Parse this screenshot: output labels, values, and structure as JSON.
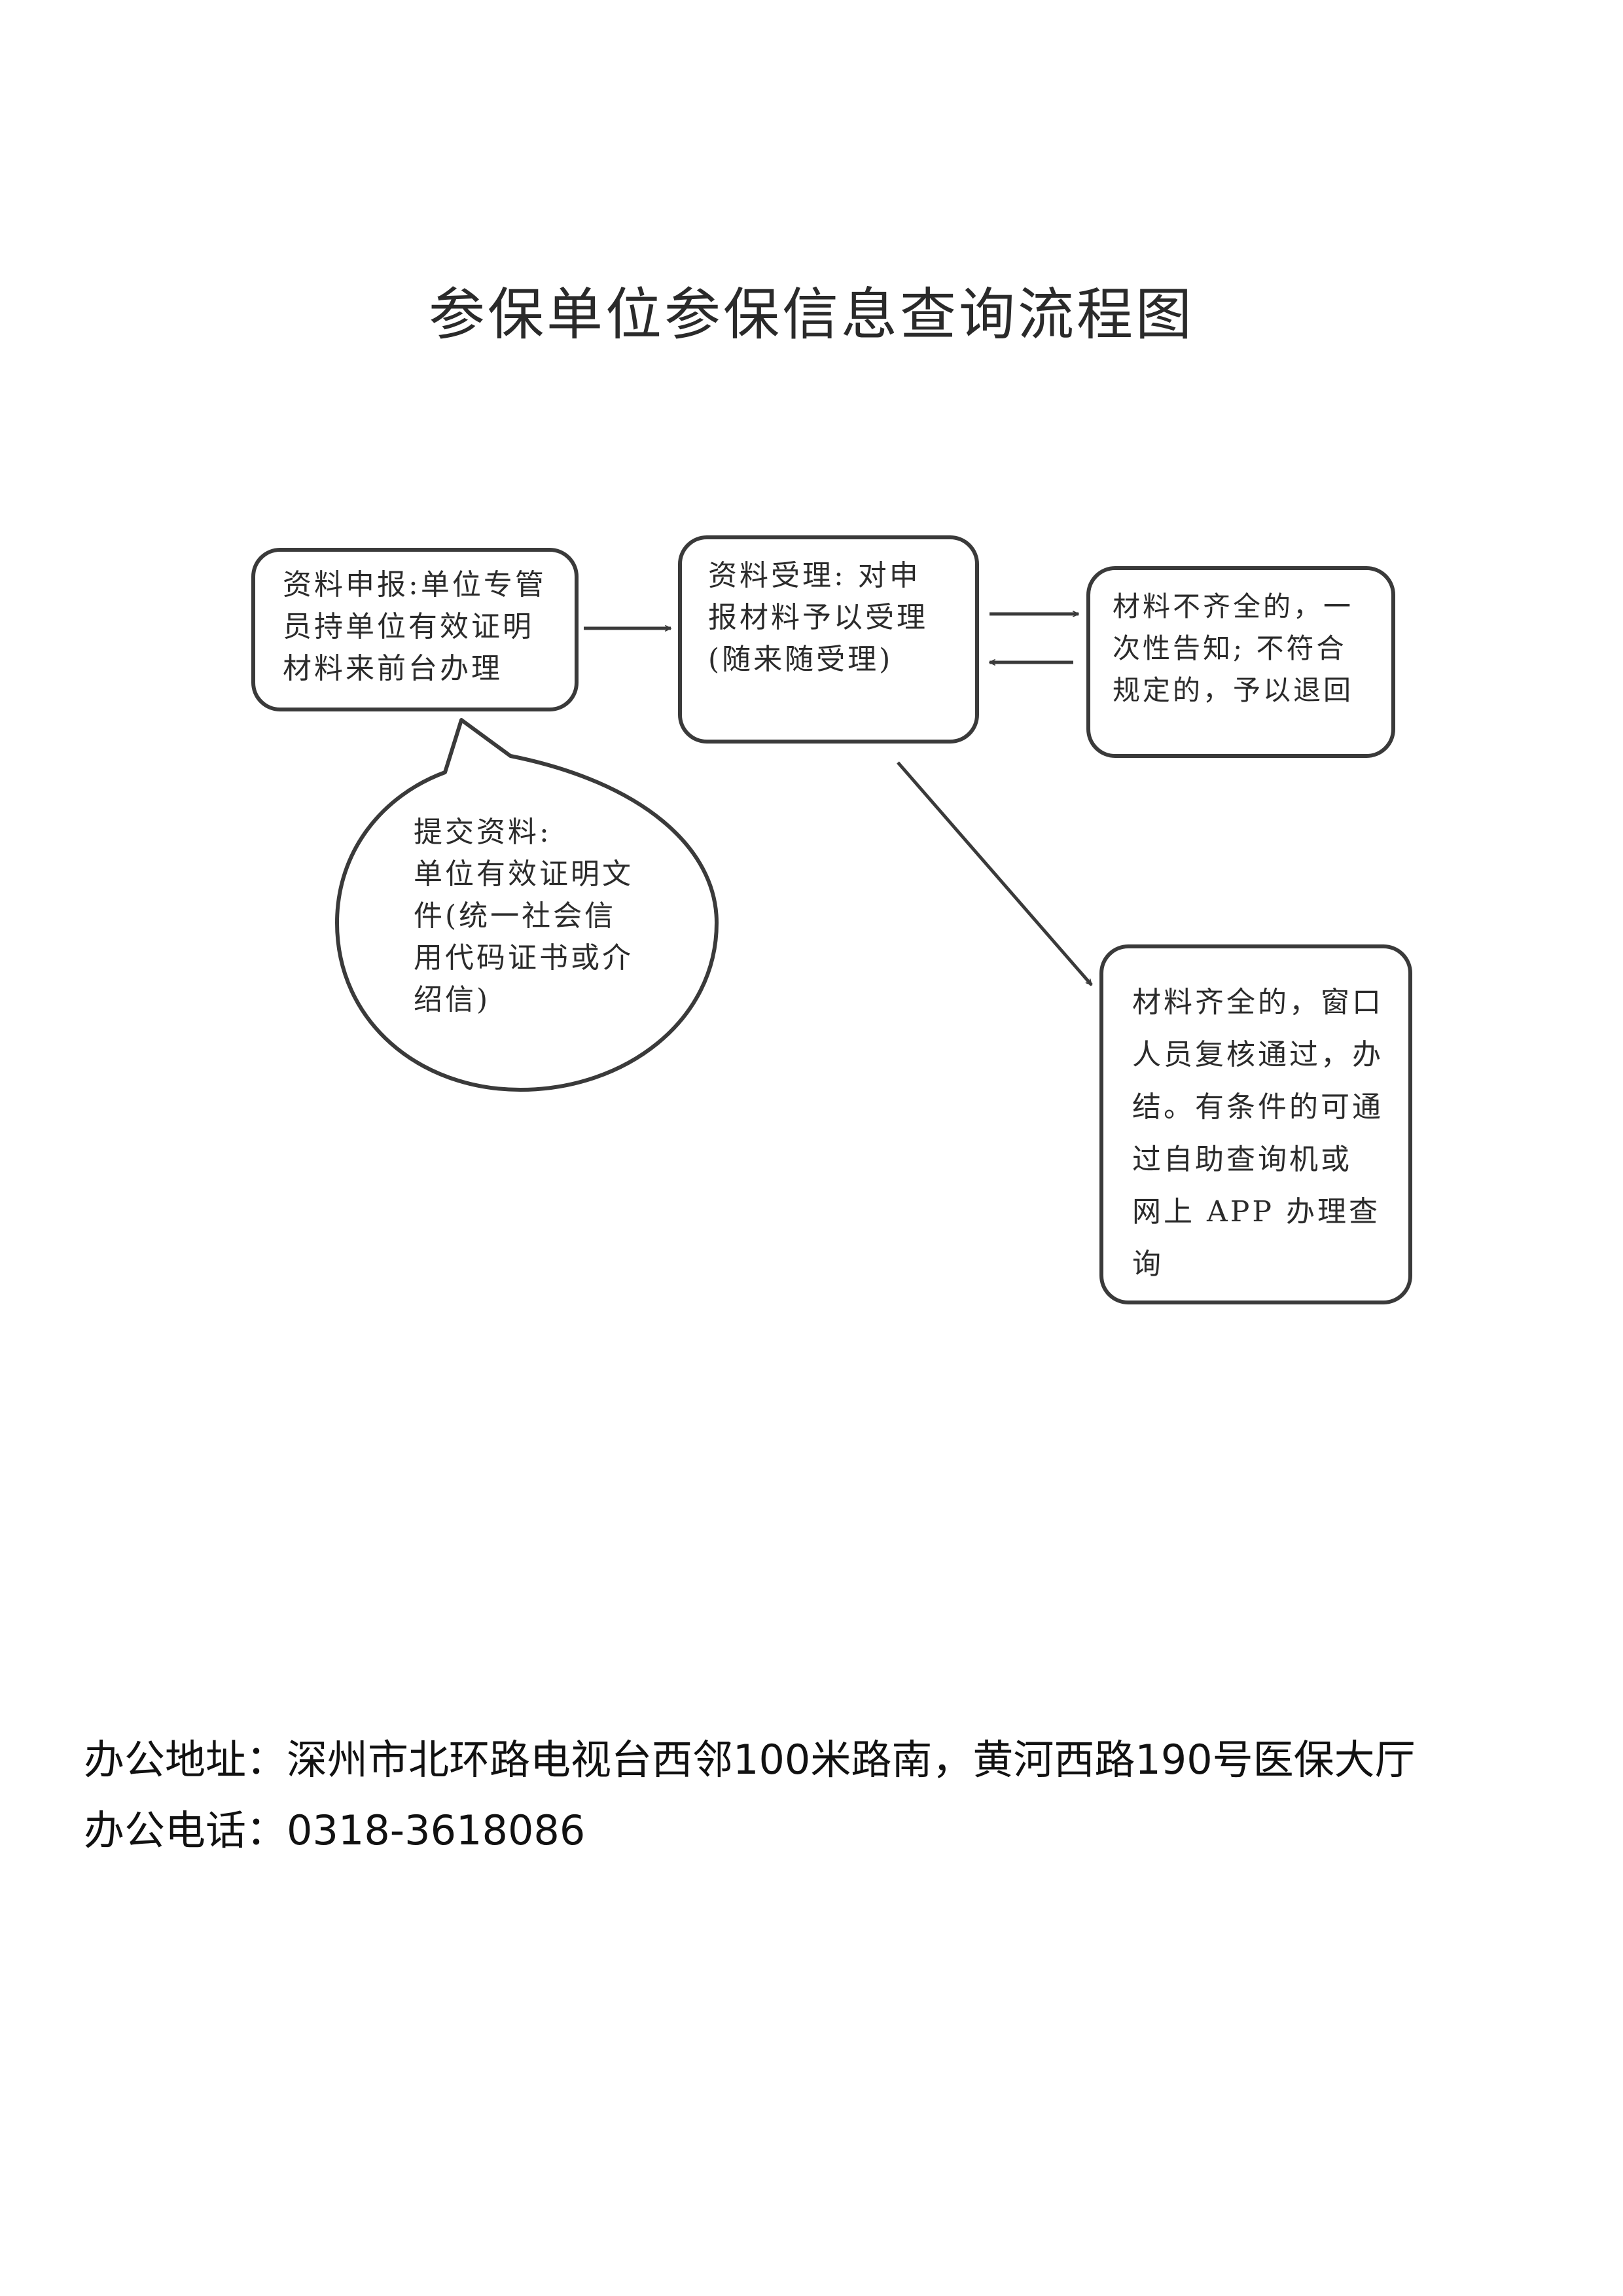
{
  "title": "参保单位参保信息查询流程图",
  "nodes": {
    "apply": {
      "lines": [
        "资料申报:单位专管",
        "员持单位有效证明",
        "材料来前台办理"
      ]
    },
    "accept": {
      "lines": [
        "资料受理: 对申",
        "报材料予以受理",
        "(随来随受理)"
      ]
    },
    "incomplete": {
      "lines": [
        "材料不齐全的，一",
        "次性告知; 不符合",
        "规定的，予以退回"
      ]
    },
    "materials": {
      "lines": [
        "提交资料:",
        "单位有效证明文",
        "件(统一社会信",
        "用代码证书或介",
        "绍信)"
      ]
    },
    "complete": {
      "lines": [
        "材料齐全的，窗口",
        "人员复核通过，办",
        "结。有条件的可通",
        "过自助查询机或",
        "网上 APP 办理查",
        "询"
      ]
    }
  },
  "footer": {
    "address": "办公地址：深州市北环路电视台西邻100米路南，黄河西路190号医保大厅",
    "phone": "办公电话：0318-3618086"
  }
}
